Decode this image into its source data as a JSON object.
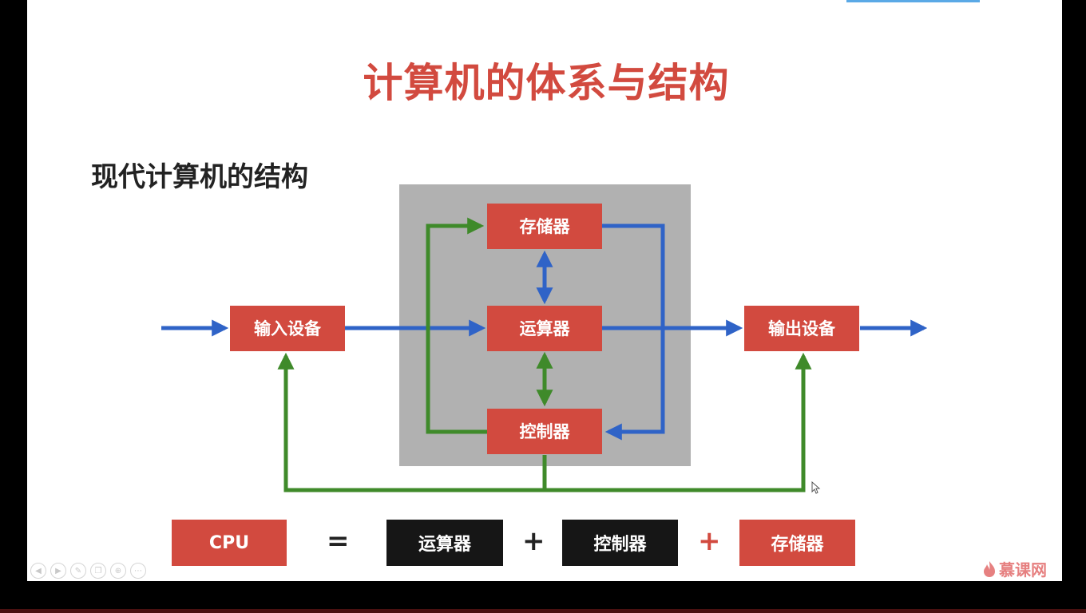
{
  "slide": {
    "title": "计算机的体系与结构",
    "subtitle": "现代计算机的结构"
  },
  "diagram": {
    "boxes": {
      "input": "输入设备",
      "memory": "存储器",
      "alu": "运算器",
      "control": "控制器",
      "output": "输出设备"
    },
    "colors": {
      "box": "#d24a3f",
      "data_arrow": "#2f63c7",
      "control_arrow": "#3f8a2a",
      "cpu_area": "#b1b1b1"
    }
  },
  "equation": {
    "cpu": "CPU",
    "equals": "=",
    "alu": "运算器",
    "plus1": "+",
    "control": "控制器",
    "plus2": "+",
    "memory": "存储器"
  },
  "player_controls": [
    "prev-icon",
    "next-icon",
    "pen-icon",
    "copy-icon",
    "zoom-icon",
    "more-icon"
  ],
  "watermark": {
    "logo_icon": "flame-icon",
    "text": "慕课网"
  }
}
